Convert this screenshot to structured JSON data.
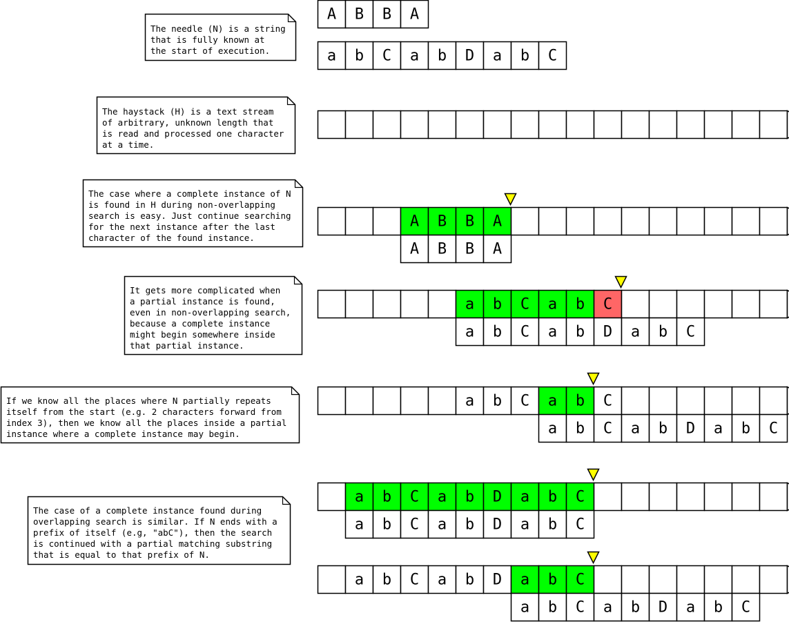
{
  "colors": {
    "match": "#00ff00",
    "mismatch": "#ff6666",
    "pointer": "#ffff00",
    "stroke": "#000000",
    "background": "#ffffff"
  },
  "notes": [
    {
      "lines": [
        "The needle (N) is a string",
        "that is fully known at",
        "the start of execution."
      ]
    },
    {
      "lines": [
        "The haystack (H) is a text stream",
        "of arbitrary, unknown length that",
        "is read and processed one character",
        "at a time."
      ]
    },
    {
      "lines": [
        "The case where a complete instance of N",
        "is found in H during non-overlapping",
        "search is easy. Just continue searching",
        "for the next instance after the last",
        "character of the found instance."
      ]
    },
    {
      "lines": [
        "It gets more complicated when",
        "a partial instance is found,",
        "even in non-overlapping search,",
        "because a complete instance",
        "might begin somewhere inside",
        "that partial instance."
      ]
    },
    {
      "lines": [
        "If we know all the places where N partially repeats",
        "itself from the start (e.g. 2 characters forward from",
        "index 3), then we know all the places inside a partial",
        "instance where a complete instance may begin."
      ]
    },
    {
      "lines": [
        "The case of a complete instance found during",
        "overlapping search is similar. If N ends with a",
        "prefix of itself (e.g, \"abC\"), then the search",
        "is continued with a partial matching substring",
        "that is equal to that prefix of N."
      ]
    }
  ],
  "strings": [
    {
      "id": "needle-abba",
      "cells": [
        "A",
        "B",
        "B",
        "A"
      ],
      "highlight": []
    },
    {
      "id": "needle-abcabdabc",
      "cells": [
        "a",
        "b",
        "C",
        "a",
        "b",
        "D",
        "a",
        "b",
        "C"
      ],
      "highlight": []
    },
    {
      "id": "haystack-empty",
      "arrow": true,
      "cells": [
        "",
        "",
        "",
        "",
        "",
        "",
        "",
        "",
        "",
        "",
        "",
        "",
        "",
        "",
        "",
        "",
        ""
      ],
      "highlight": []
    },
    {
      "id": "haystack-abba",
      "arrow": true,
      "cells": [
        "",
        "",
        "",
        "A",
        "B",
        "B",
        "A",
        "",
        "",
        "",
        "",
        "",
        "",
        "",
        "",
        "",
        ""
      ],
      "highlight": [
        3,
        4,
        5,
        6
      ]
    },
    {
      "id": "needle-under-abba",
      "cells": [
        "A",
        "B",
        "B",
        "A"
      ],
      "highlight": []
    },
    {
      "id": "haystack-partial",
      "arrow": true,
      "cells": [
        "",
        "",
        "",
        "",
        "",
        "a",
        "b",
        "C",
        "a",
        "b",
        "C",
        "",
        "",
        "",
        "",
        "",
        ""
      ],
      "highlight": [
        5,
        6,
        7,
        8,
        9
      ],
      "mismatch": [
        10
      ]
    },
    {
      "id": "needle-under-partial",
      "cells": [
        "a",
        "b",
        "C",
        "a",
        "b",
        "D",
        "a",
        "b",
        "C"
      ],
      "highlight": []
    },
    {
      "id": "haystack-prefix",
      "arrow": true,
      "cells": [
        "",
        "",
        "",
        "",
        "",
        "a",
        "b",
        "C",
        "a",
        "b",
        "C",
        "",
        "",
        "",
        "",
        "",
        ""
      ],
      "highlight": [
        8,
        9
      ]
    },
    {
      "id": "needle-under-prefix",
      "cells": [
        "a",
        "b",
        "C",
        "a",
        "b",
        "D",
        "a",
        "b",
        "C"
      ],
      "highlight": []
    },
    {
      "id": "haystack-overlap-full",
      "arrow": true,
      "cells": [
        "",
        "a",
        "b",
        "C",
        "a",
        "b",
        "D",
        "a",
        "b",
        "C",
        "",
        "",
        "",
        "",
        "",
        "",
        ""
      ],
      "highlight": [
        1,
        2,
        3,
        4,
        5,
        6,
        7,
        8,
        9
      ]
    },
    {
      "id": "needle-under-overlap-full",
      "cells": [
        "a",
        "b",
        "C",
        "a",
        "b",
        "D",
        "a",
        "b",
        "C"
      ],
      "highlight": []
    },
    {
      "id": "haystack-overlap-continue",
      "arrow": true,
      "cells": [
        "",
        "a",
        "b",
        "C",
        "a",
        "b",
        "D",
        "a",
        "b",
        "C",
        "",
        "",
        "",
        "",
        "",
        "",
        ""
      ],
      "highlight": [
        7,
        8,
        9
      ]
    },
    {
      "id": "needle-under-overlap-continue",
      "cells": [
        "a",
        "b",
        "C",
        "a",
        "b",
        "D",
        "a",
        "b",
        "C"
      ],
      "highlight": []
    }
  ],
  "pointers": [
    {
      "id": "pointer-abba"
    },
    {
      "id": "pointer-partial"
    },
    {
      "id": "pointer-prefix"
    },
    {
      "id": "pointer-overlap-full"
    },
    {
      "id": "pointer-overlap-continue"
    }
  ]
}
